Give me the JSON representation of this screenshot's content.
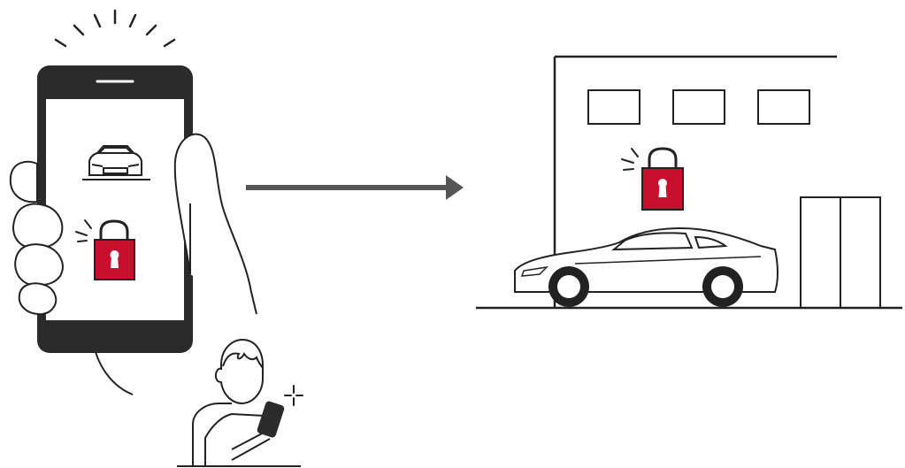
{
  "figure": {
    "phone": {
      "screen_icons": [
        "car-icon",
        "padlock-locked-icon"
      ],
      "notification": "sound-rays-icon"
    },
    "arrow": {
      "direction": "right"
    },
    "garage": {
      "lock_icon": "padlock-locked-icon",
      "windows": 3,
      "door": "double-door"
    },
    "person": {
      "holding": "smartphone-icon",
      "accent": "sparkle-icon"
    }
  },
  "colors": {
    "line": "#222222",
    "phone_body": "#2b2b2b",
    "lock_red": "#c8102e",
    "arrow": "#555555",
    "background": "#ffffff"
  }
}
